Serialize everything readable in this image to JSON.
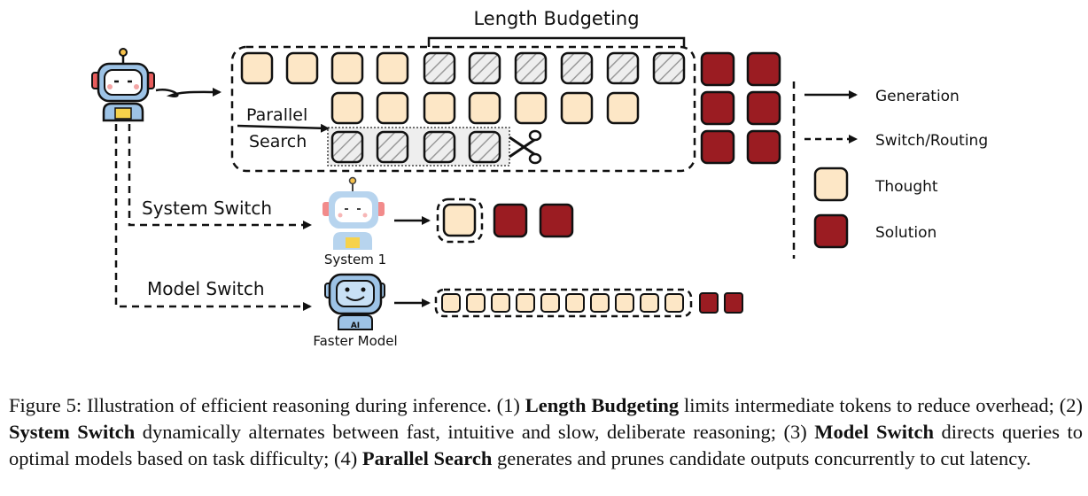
{
  "labels": {
    "length_budgeting": "Length Budgeting",
    "parallel_line1": "Parallel",
    "parallel_line2": "Search",
    "system_switch": "System Switch",
    "system1": "System 1",
    "model_switch": "Model Switch",
    "faster_model": "Faster Model",
    "robot_badge": "AI"
  },
  "legend": {
    "generation": "Generation",
    "switch_routing": "Switch/Routing",
    "thought": "Thought",
    "solution": "Solution"
  },
  "colors": {
    "thought": "#fde7c6",
    "solution": "#9b1c22",
    "robot_body": "#9dc3e6",
    "stroke": "#111111"
  },
  "caption": {
    "figure": "Figure 5: Illustration of efficient reasoning during inference. (1) ",
    "t1": "Length Budgeting",
    "s1": " limits intermediate tokens to reduce overhead; (2) ",
    "t2": "System Switch",
    "s2": " dynamically alternates between fast, intuitive and slow, deliberate reasoning; (3) ",
    "t3": "Model Switch",
    "s3": " directs queries to optimal models based on task difficulty; (4) ",
    "t4": "Parallel Search",
    "s4": " generates and prunes candidate outputs concurrently to cut latency."
  }
}
